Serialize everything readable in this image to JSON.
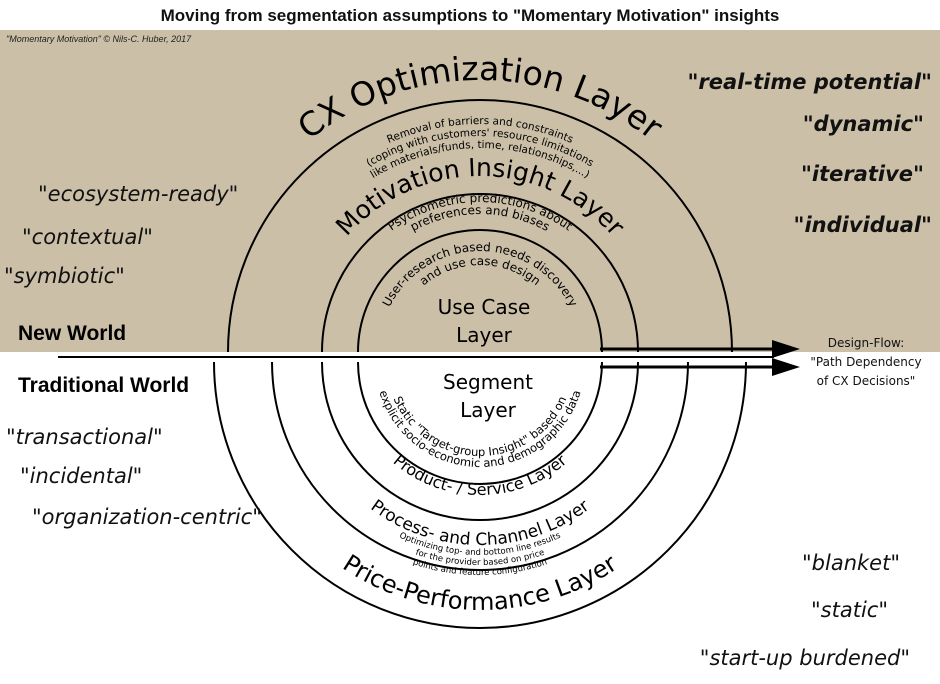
{
  "title": "Moving from segmentation assumptions to \"Momentary Motivation\" insights",
  "copyright": "\"Momentary Motivation\" © Nils-C. Huber, 2017",
  "colors": {
    "new_world_bg": "#cbbfa7",
    "line": "#000000",
    "text": "#111111"
  },
  "new_world": {
    "label": "New World",
    "attributes_left": [
      "\"ecosystem-ready\"",
      "\"contextual\"",
      "\"symbiotic\""
    ],
    "attributes_right": [
      "\"real-time potential\"",
      "\"dynamic\"",
      "\"iterative\"",
      "\"individual\""
    ]
  },
  "traditional_world": {
    "label": "Traditional World",
    "attributes_left": [
      "\"transactional\"",
      "\"incidental\"",
      "\"organization-centric\""
    ],
    "attributes_right": [
      "\"blanket\"",
      "\"static\"",
      "\"start-up burdened\""
    ]
  },
  "design_flow": {
    "line1": "Design-Flow:",
    "line2": "\"Path Dependency",
    "line3": "of CX Decisions\""
  },
  "upper_layers": {
    "cx_optimization": {
      "title": "CX Optimization Layer",
      "desc1": "Removal of barriers and constraints",
      "desc2": "(coping with customers' resource limitations",
      "desc3": "like materials/funds, time, relationships,...)"
    },
    "motivation_insight": {
      "title": "Motivation Insight Layer",
      "desc1": "Psychometric predictions about",
      "desc2": "preferences and biases"
    },
    "use_case": {
      "desc1": "User-research based needs discovery",
      "desc2": "and use case design",
      "title_line1": "Use Case",
      "title_line2": "Layer"
    }
  },
  "lower_layers": {
    "segment": {
      "title_line1": "Segment",
      "title_line2": "Layer",
      "desc1": "Static \"Target-group Insight\" based on",
      "desc2": "explicit socio-economic and demographic data"
    },
    "product_service": {
      "title": "Product- / Service Layer"
    },
    "process_channel": {
      "title": "Process- and Channel Layer"
    },
    "price_performance": {
      "title": "Price-Performance Layer",
      "desc1": "Optimizing top- and bottom line results",
      "desc2": "for the provider based on price",
      "desc3": "points and feature configuration"
    }
  }
}
